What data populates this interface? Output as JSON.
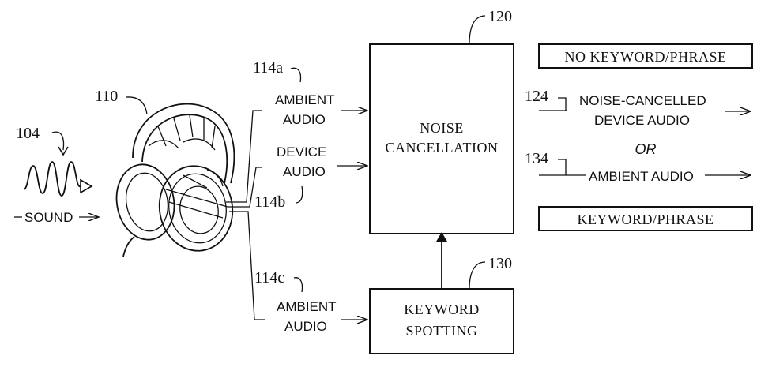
{
  "refs": {
    "sound_wave": "104",
    "headphones": "110",
    "noise_cancellation": "120",
    "keyword_spotting": "130",
    "output_noise_cancelled": "124",
    "output_ambient": "134",
    "ambient_a": "114a",
    "device_b": "114b",
    "ambient_c": "114c"
  },
  "labels": {
    "sound": "SOUND",
    "ambient": "AMBIENT",
    "audio": "AUDIO",
    "device": "DEVICE",
    "noise": "NOISE",
    "cancellation": "CANCELLATION",
    "keyword": "KEYWORD",
    "spotting": "SPOTTING",
    "no_keyword_phrase": "NO KEYWORD/PHRASE",
    "keyword_phrase": "KEYWORD/PHRASE",
    "noise_cancelled": "NOISE-CANCELLED",
    "device_audio": "DEVICE AUDIO",
    "or": "OR",
    "ambient_audio": "AMBIENT AUDIO"
  }
}
